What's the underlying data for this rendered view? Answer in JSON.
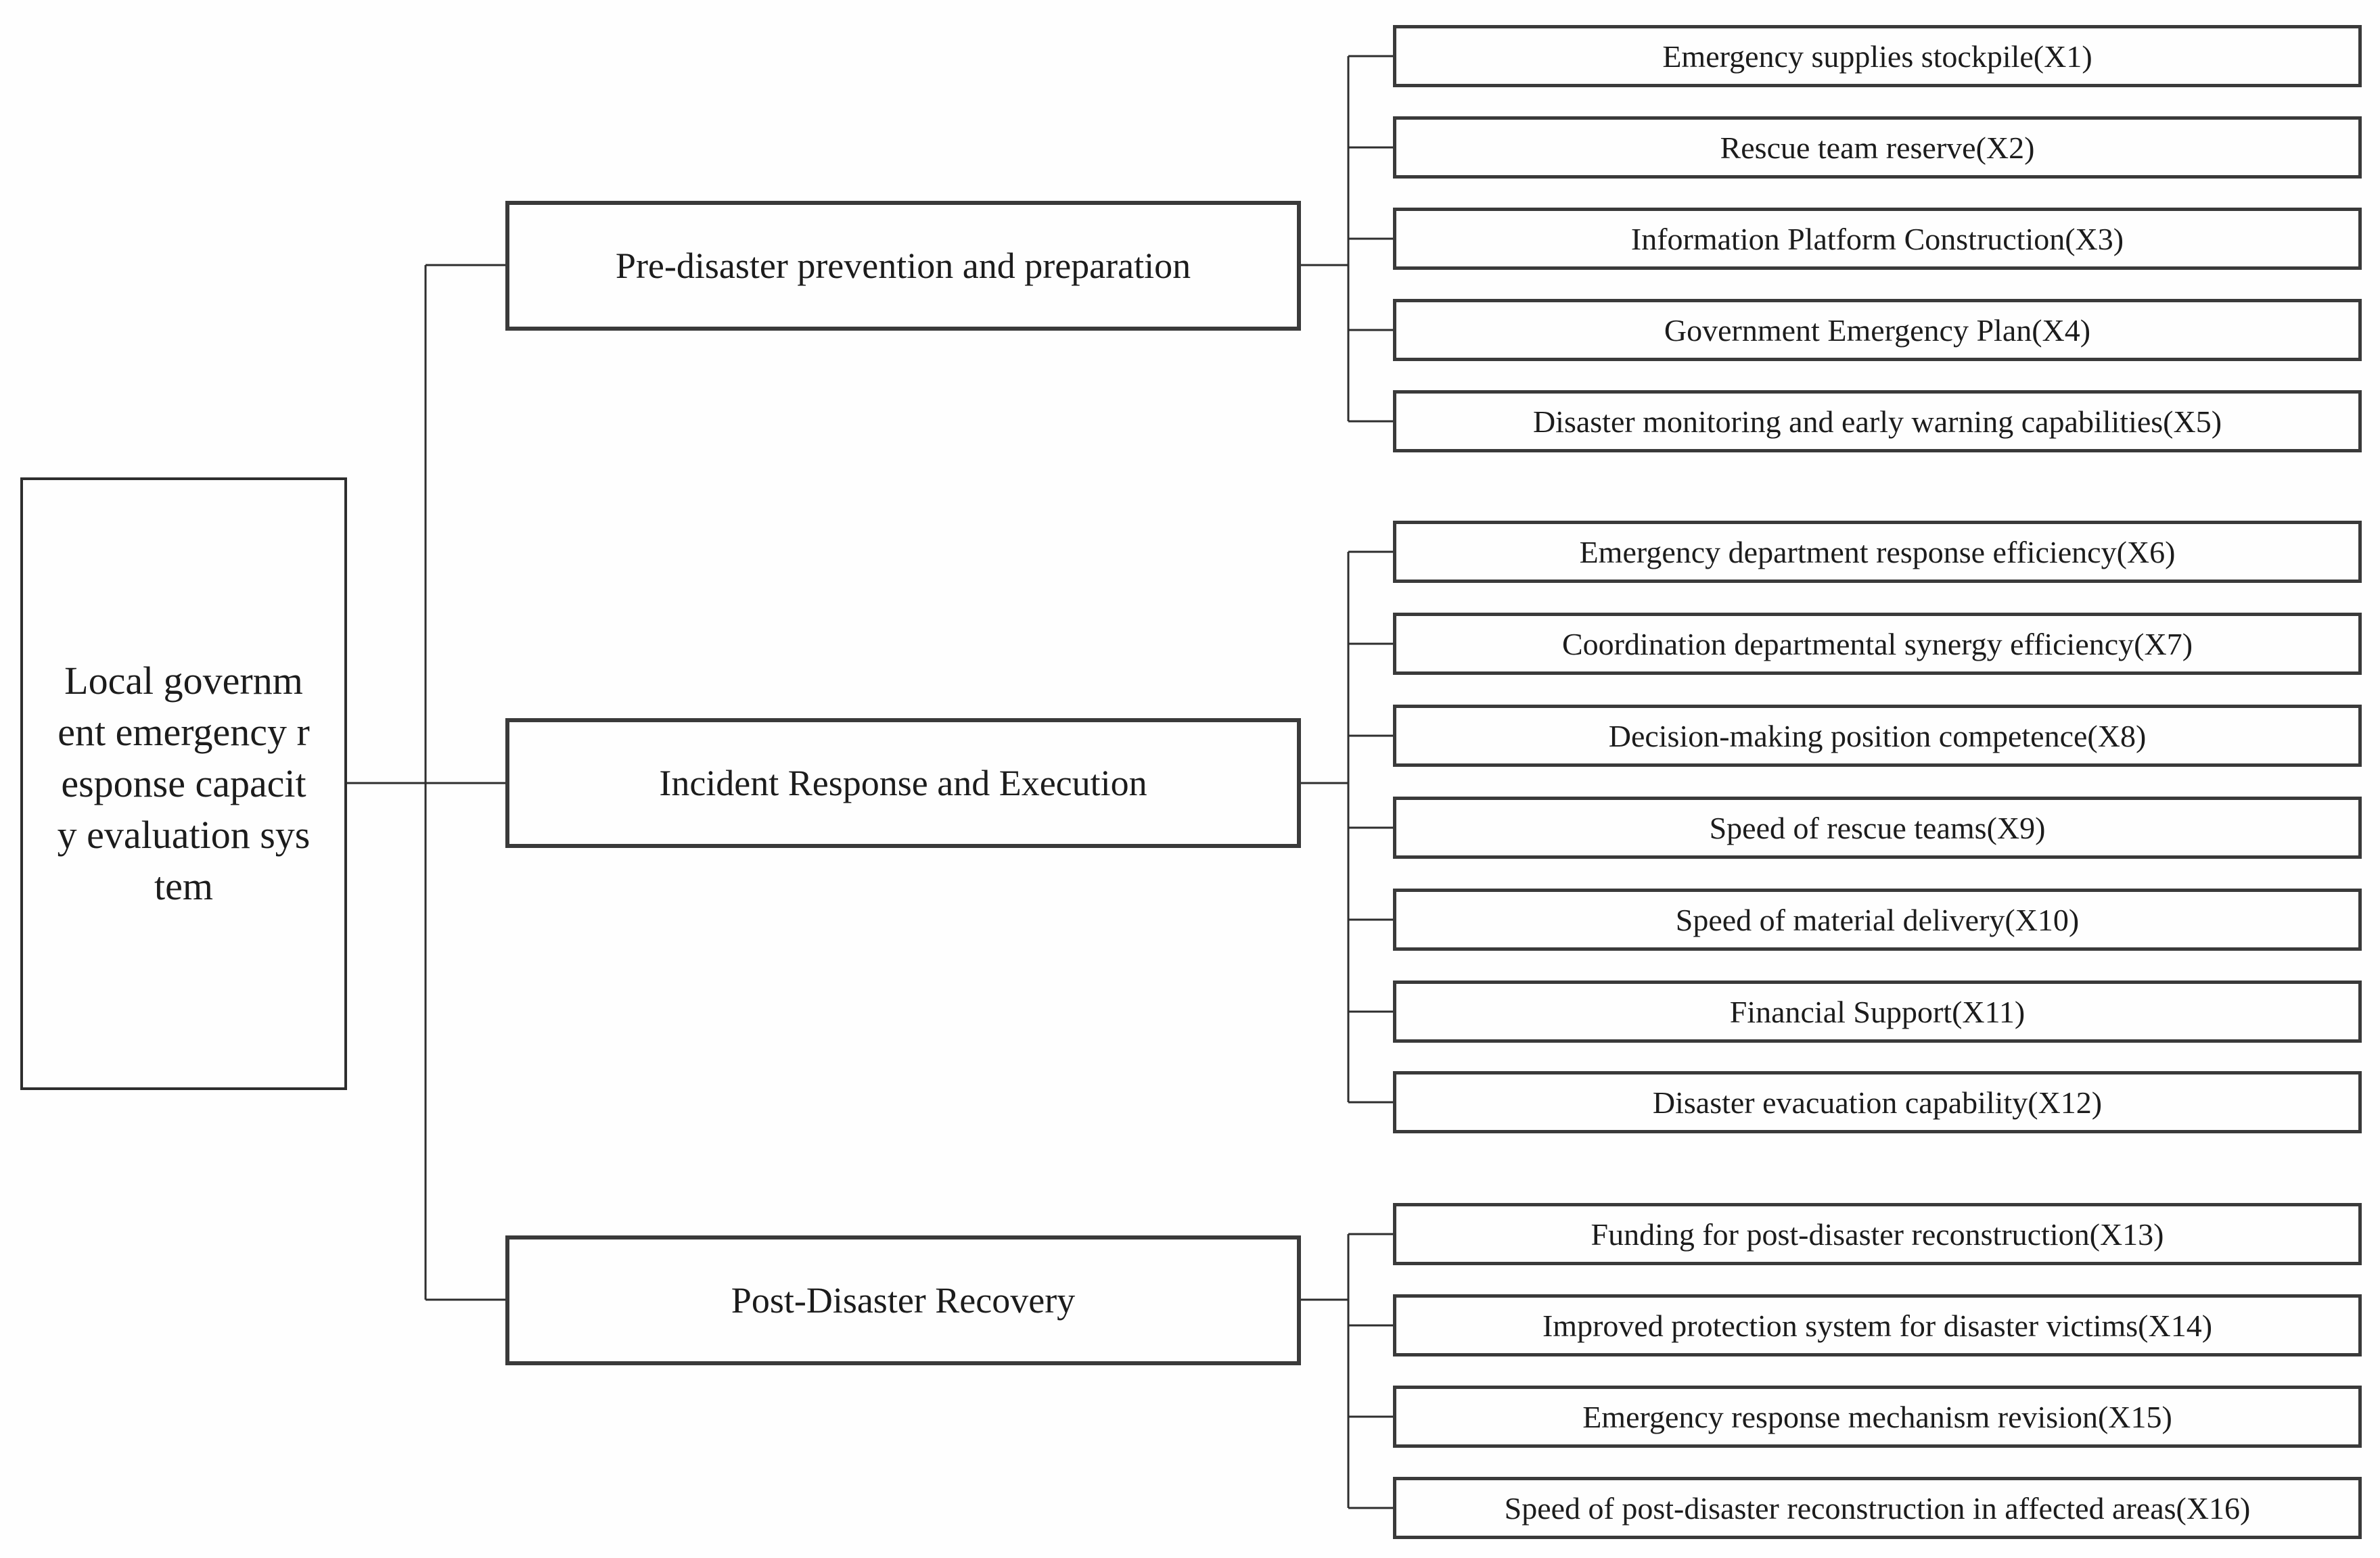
{
  "diagram": {
    "root": {
      "label": "Local governm\nent emergency r\nesponse capacit\ny evaluation sys\ntem"
    },
    "branches": [
      {
        "label": "Pre-disaster prevention and preparation",
        "children": [
          "Emergency supplies stockpile(X1)",
          "Rescue team reserve(X2)",
          "Information Platform Construction(X3)",
          "Government Emergency  Plan(X4)",
          "Disaster monitoring and early warning capabilities(X5)"
        ]
      },
      {
        "label": "Incident Response and Execution",
        "children": [
          "Emergency department response efficiency(X6)",
          "Coordination departmental synergy efficiency(X7)",
          "Decision-making position competence(X8)",
          "Speed of rescue teams(X9)",
          "Speed of material delivery(X10)",
          "Financial Support(X11)",
          "Disaster evacuation capability(X12)"
        ]
      },
      {
        "label": "Post-Disaster Recovery",
        "children": [
          "Funding for post-disaster reconstruction(X13)",
          "Improved protection system for disaster victims(X14)",
          "Emergency response mechanism revision(X15)",
          "Speed of post-disaster reconstruction in affected areas(X16)"
        ]
      }
    ],
    "line_color": "#2e2e2e",
    "background_color": "#fefefe"
  }
}
